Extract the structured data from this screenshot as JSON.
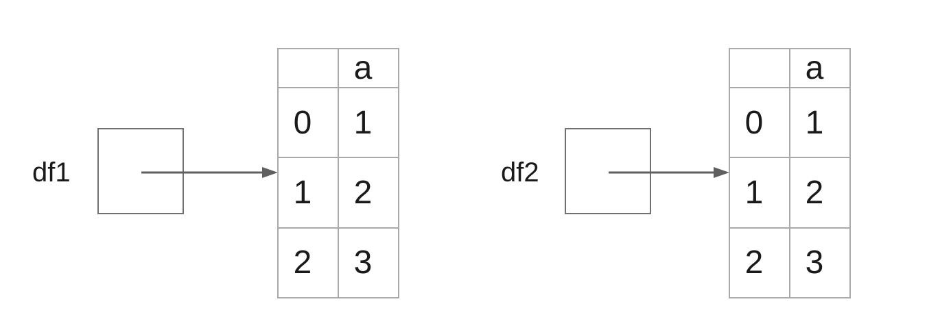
{
  "diagram_title": "",
  "colors": {
    "background": "#ffffff",
    "text": "#1a1a1a",
    "box_border": "#707070",
    "table_border": "#a9a9a9",
    "arrow": "#5f5f5f"
  },
  "groups": [
    {
      "label": "df1",
      "table": {
        "columns": [
          "",
          "a"
        ],
        "rows": [
          [
            "0",
            "1"
          ],
          [
            "1",
            "2"
          ],
          [
            "2",
            "3"
          ]
        ]
      }
    },
    {
      "label": "df2",
      "table": {
        "columns": [
          "",
          "a"
        ],
        "rows": [
          [
            "0",
            "1"
          ],
          [
            "1",
            "2"
          ],
          [
            "2",
            "3"
          ]
        ]
      }
    }
  ]
}
